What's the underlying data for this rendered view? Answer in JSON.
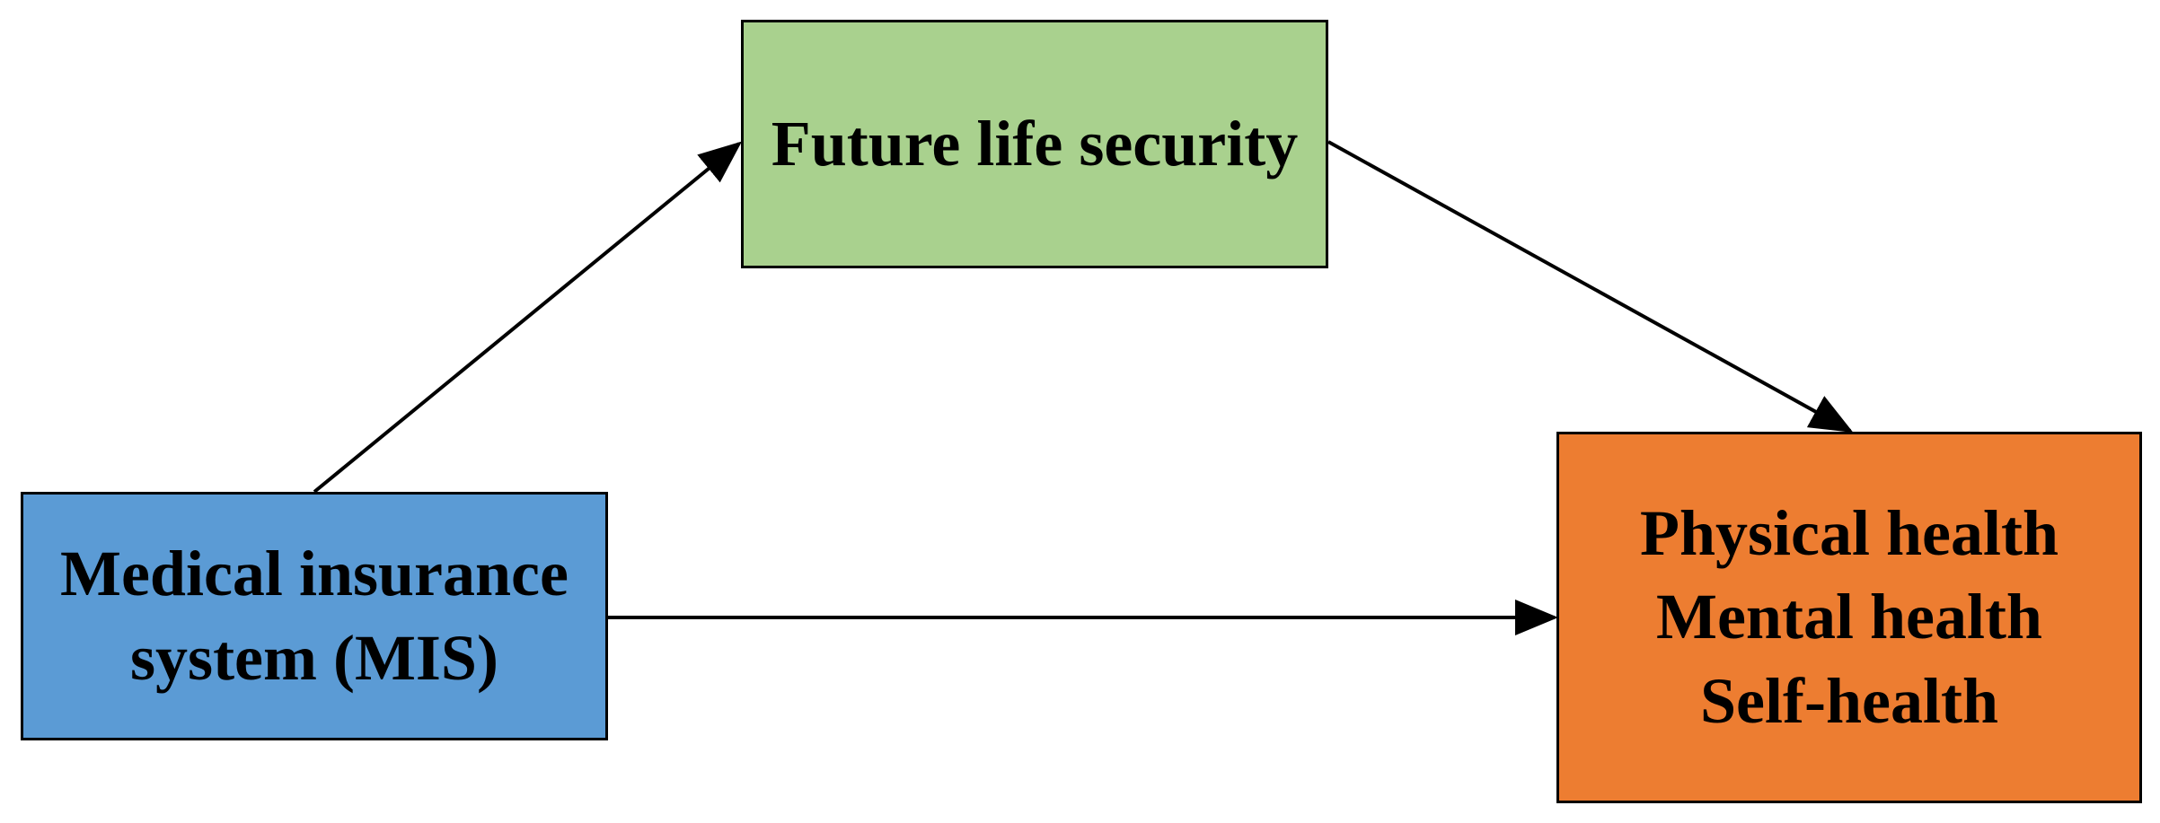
{
  "diagram": {
    "nodes": [
      {
        "id": "mis",
        "lines": [
          "Medical insurance",
          "system (MIS)"
        ],
        "fill": "#5b9bd5"
      },
      {
        "id": "future-life-security",
        "lines": [
          "Future life security"
        ],
        "fill": "#a9d18e"
      },
      {
        "id": "health-outcomes",
        "lines": [
          "Physical health",
          "Mental health",
          "Self-health"
        ],
        "fill": "#ed7d31"
      }
    ],
    "edges": [
      {
        "from": "mis",
        "to": "future-life-security"
      },
      {
        "from": "future-life-security",
        "to": "health-outcomes"
      },
      {
        "from": "mis",
        "to": "health-outcomes"
      }
    ],
    "line_color": "#000000"
  }
}
